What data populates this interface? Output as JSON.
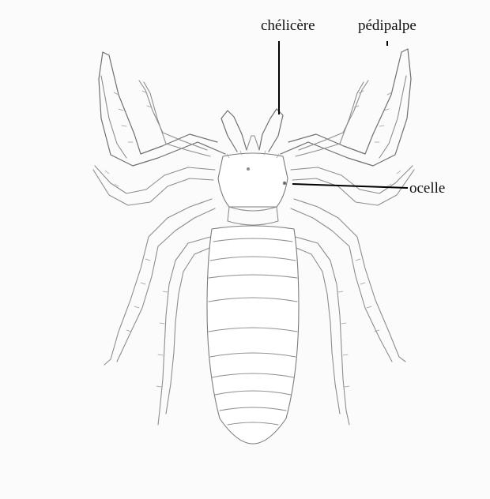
{
  "labels": {
    "chelicere": "chélicère",
    "pedipalpe": "pédipalpe",
    "ocelle": "ocelle"
  },
  "colors": {
    "paper": "#fbfbfb",
    "pencil": "#8d8d8d",
    "leader": "#000000"
  }
}
